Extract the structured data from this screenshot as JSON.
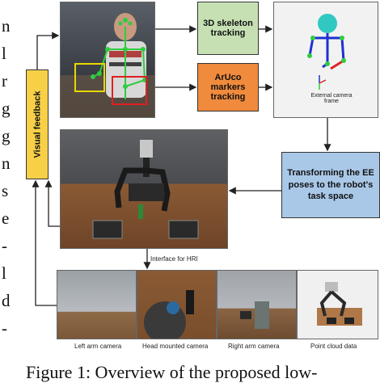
{
  "left_text": [
    "n",
    "l",
    "r",
    "g",
    "g",
    "n",
    "s",
    "e",
    "-",
    "l",
    "d",
    "-"
  ],
  "boxes": {
    "skeleton": "3D skeleton tracking",
    "aruco": "ArUco markers tracking",
    "visual_feedback": "Visual feedback",
    "transform": "Transforming the EE poses to the robot's task space"
  },
  "labels": {
    "external_camera": "External camera frame",
    "interface": "Interface for HRI"
  },
  "camera_captions": [
    "Left arm camera",
    "Head mounted camera",
    "Right arm camera",
    "Point cloud data"
  ],
  "figure_caption": "Figure 1: Overview of the proposed low-",
  "colors": {
    "skeleton_box": "#c6e0b4",
    "aruco_box": "#f08a3c",
    "feedback_box": "#f7d048",
    "transform_box": "#a9c8e8",
    "skeleton_joint": "#2ecc40",
    "head": "#30c8c0",
    "limb": "#2030d0",
    "bbox_yellow": "#e8d800",
    "bbox_red": "#e02020"
  }
}
